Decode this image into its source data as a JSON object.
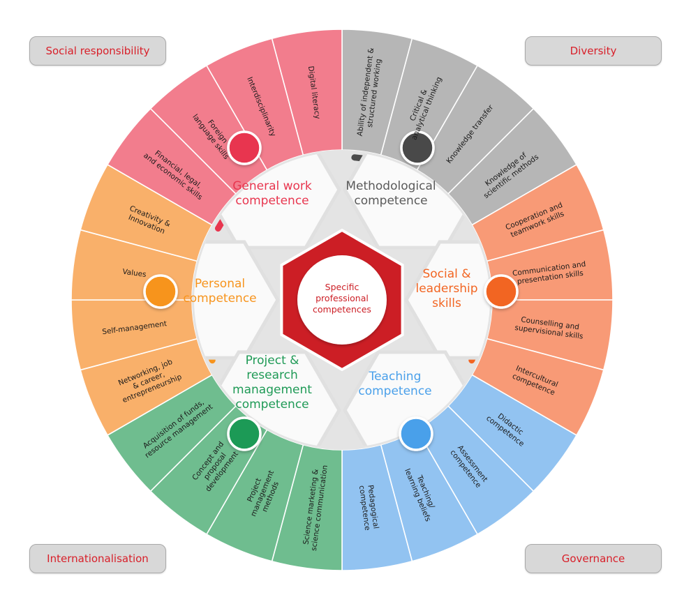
{
  "corners": {
    "top_left": "Social responsibility",
    "top_right": "Diversity",
    "bottom_left": "Internationalisation",
    "bottom_right": "Governance"
  },
  "center": {
    "line1": "Specific",
    "line2": "professional",
    "line3": "competences"
  },
  "colors": {
    "general": "#f27d8d",
    "general_dark": "#e8364f",
    "methodological": "#b6b6b6",
    "methodological_dark": "#4a4a4a",
    "social": "#f89a76",
    "social_dark": "#f26522",
    "teaching": "#92c3f1",
    "teaching_dark": "#4aa0ea",
    "project": "#6fbd8f",
    "project_dark": "#1f9a56",
    "personal": "#f9b06a",
    "personal_dark": "#f7941d",
    "center_red": "#cc1e25",
    "hex_fill": "#f2f2f2",
    "hex_bg": "#e4e4e4"
  },
  "competences": [
    {
      "key": "general",
      "title": [
        "General work",
        "competence"
      ],
      "title_color": "#e8364f",
      "skills": [
        [
          "Financial, legal,",
          "and economic skills"
        ],
        [
          "Foreign",
          "language skills"
        ],
        [
          "Interdisciplinarity"
        ],
        [
          "Digital literacy"
        ]
      ]
    },
    {
      "key": "methodological",
      "title": [
        "Methodological",
        "competence"
      ],
      "title_color": "#5a5a5a",
      "skills": [
        [
          "Ability of independent &",
          "structured working"
        ],
        [
          "Critical &",
          "analytical thinking"
        ],
        [
          "Knowledge transfer"
        ],
        [
          "Knowledge of",
          "scientific methods"
        ]
      ]
    },
    {
      "key": "social",
      "title": [
        "Social &",
        "leadership",
        "skills"
      ],
      "title_color": "#f26522",
      "skills": [
        [
          "Cooperation and",
          "teamwork skills"
        ],
        [
          "Communication and",
          "presentation skills"
        ],
        [
          "Counselling and",
          "supervisional skills"
        ],
        [
          "Intercultural",
          "competence"
        ]
      ]
    },
    {
      "key": "teaching",
      "title": [
        "Teaching",
        "competence"
      ],
      "title_color": "#4aa0ea",
      "skills": [
        [
          "Didactic",
          "competence"
        ],
        [
          "Assessment",
          "competence"
        ],
        [
          "Teaching/",
          "learning beliefs"
        ],
        [
          "Pedagogical",
          "competence"
        ]
      ]
    },
    {
      "key": "project",
      "title": [
        "Project &",
        "research",
        "management",
        "competence"
      ],
      "title_color": "#1f9a56",
      "skills": [
        [
          "Science marketing &",
          "science communication"
        ],
        [
          "Project",
          "management",
          "methods"
        ],
        [
          "Concept and",
          "proposal",
          "development"
        ],
        [
          "Acquisition of funds,",
          "resource management"
        ]
      ]
    },
    {
      "key": "personal",
      "title": [
        "Personal",
        "competence"
      ],
      "title_color": "#f7941d",
      "skills": [
        [
          "Networking, job",
          "& career,",
          "entrepreneurship"
        ],
        [
          "Self-management"
        ],
        [
          "Values"
        ],
        [
          "Creativity &",
          "Innovation"
        ]
      ]
    }
  ]
}
